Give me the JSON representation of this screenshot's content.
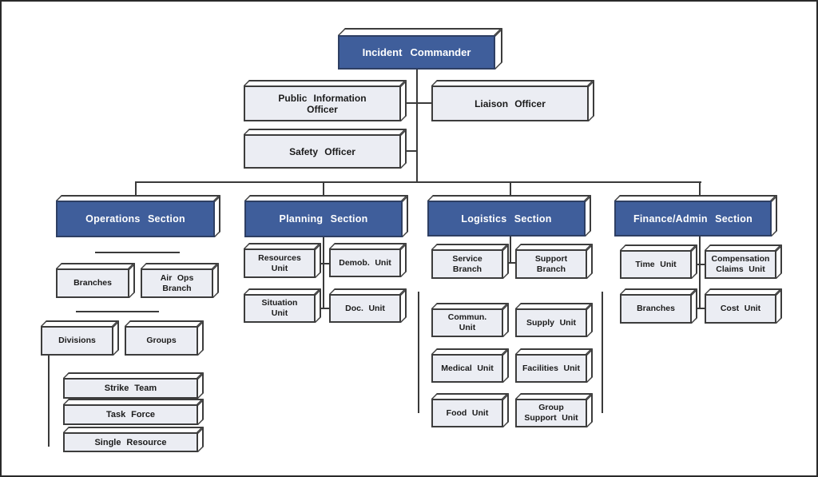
{
  "diagram": {
    "type": "org-chart",
    "colors": {
      "section_fill": "#3F5E9B",
      "section_border": "#2E3F63",
      "box_fill": "#EBEDF3",
      "box_border": "#3C3C3C",
      "line": "#3A3A3A",
      "section_text": "#FFFFFF",
      "box_text": "#1B1B1B"
    },
    "command_staff": {
      "incident_commander": "Incident Commander",
      "public_information_officer": "Public Information\nOfficer",
      "liaison_officer": "Liaison Officer",
      "safety_officer": "Safety Officer"
    },
    "sections": {
      "operations": {
        "title": "Operations Section",
        "branches": "Branches",
        "air_ops_branch": "Air Ops\nBranch",
        "divisions": "Divisions",
        "groups": "Groups",
        "strike_team": "Strike Team",
        "task_force": "Task Force",
        "single_resource": "Single Resource"
      },
      "planning": {
        "title": "Planning Section",
        "resources_unit": "Resources\nUnit",
        "demob_unit": "Demob. Unit",
        "situation_unit": "Situation\nUnit",
        "doc_unit": "Doc. Unit"
      },
      "logistics": {
        "title": "Logistics Section",
        "service_branch": "Service\nBranch",
        "support_branch": "Support\nBranch",
        "commun_unit": "Commun.\nUnit",
        "supply_unit": "Supply Unit",
        "medical_unit": "Medical Unit",
        "facilities_unit": "Facilities Unit",
        "food_unit": "Food Unit",
        "group_support_unit": "Group\nSupport Unit"
      },
      "finance": {
        "title": "Finance/Admin Section",
        "time_unit": "Time Unit",
        "compensation_claims_unit": "Compensation\nClaims Unit",
        "branches": "Branches",
        "cost_unit": "Cost Unit"
      }
    }
  }
}
